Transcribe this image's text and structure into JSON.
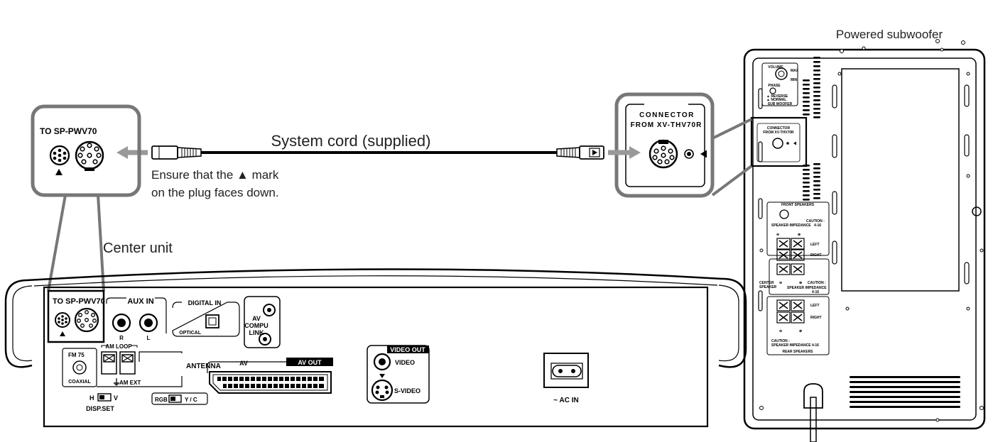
{
  "captions": {
    "subwoofer": "Powered subwoofer",
    "system_cord": "System cord (supplied)",
    "ensure_line1": "Ensure that the ▲ mark",
    "ensure_line2": "on the plug faces down.",
    "center_unit": "Center unit"
  },
  "callouts": {
    "left_label": "TO SP-PWV70",
    "right_label_1": "CONNECTOR",
    "right_label_2": "FROM XV-THV70R"
  },
  "center_panel": {
    "to_sp": "TO SP-PWV70",
    "aux_in": "AUX IN",
    "aux_r": "R",
    "aux_l": "L",
    "digital_in": "DIGITAL IN",
    "optical": "OPTICAL",
    "av": "AV",
    "compu": "COMPU",
    "link": "LINK",
    "fm": "FM  75",
    "coaxial": "COAXIAL",
    "am_loop": "AM  LOOP",
    "am_ext": "AM EXT",
    "antenna": "ANTENNA",
    "h": "H",
    "v": "V",
    "disp_set": "DISP.SET",
    "scart_av": "AV",
    "scart_av_out": "AV OUT",
    "rgb": "RGB",
    "yc": "Y / C",
    "video_out": "VIDEO OUT",
    "video": "VIDEO",
    "s_video": "S-VIDEO",
    "ac_in": "~ AC IN"
  },
  "subwoofer_panel": {
    "volume": "VOLUME",
    "max": "MAX",
    "min": "MIN",
    "phase": "PHASE",
    "reverse": "▲ REVERSE",
    "normal": "▲ NORMAL",
    "sub_woofer": "SUB WOOFER",
    "connector": "CONNECTOR",
    "from": "FROM XV-THV70R",
    "front_speakers": "FRONT SPEAKERS",
    "speaker_impedance": "SPEAKER IMPEDANCE",
    "caution": "CAUTION :",
    "range": "4-16",
    "left": "LEFT",
    "right": "RIGHT",
    "center": "CENTER",
    "speaker": "SPEAKER",
    "rear_left": "LEFT",
    "rear_right": "RIGHT",
    "rear_caution": "CAUTION :",
    "rear_impedance": "SPEAKER IMPEDANCE   4-16",
    "rear_speakers": "REAR SPEAKERS"
  }
}
